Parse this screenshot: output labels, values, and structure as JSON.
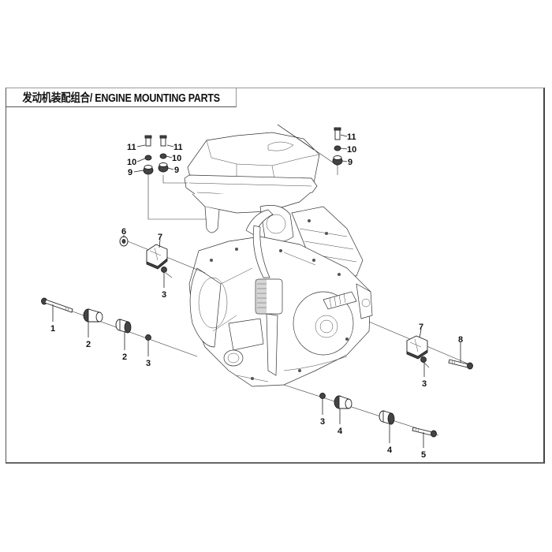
{
  "header": {
    "title": "发动机装配组合/ ENGINE MOUNTING PARTS"
  },
  "diagram": {
    "subject": "engine exploded view",
    "callouts": {
      "c1": "1",
      "c2a": "2",
      "c2b": "2",
      "c3a": "3",
      "c3b": "3",
      "c3c": "3",
      "c3d": "3",
      "c4a": "4",
      "c4b": "4",
      "c5": "5",
      "c6": "6",
      "c7a": "7",
      "c7b": "7",
      "c8": "8",
      "c9a": "9",
      "c9b": "9",
      "c9c": "9",
      "c10a": "10",
      "c10b": "10",
      "c10c": "10",
      "c11a": "11",
      "c11b": "11",
      "c11c": "11"
    },
    "parts": [
      {
        "ref": "1",
        "name": "bolt"
      },
      {
        "ref": "2",
        "name": "bushing"
      },
      {
        "ref": "3",
        "name": "nut"
      },
      {
        "ref": "4",
        "name": "bushing"
      },
      {
        "ref": "5",
        "name": "bolt"
      },
      {
        "ref": "6",
        "name": "washer"
      },
      {
        "ref": "7",
        "name": "mount bracket"
      },
      {
        "ref": "8",
        "name": "bolt"
      },
      {
        "ref": "9",
        "name": "rubber damper"
      },
      {
        "ref": "10",
        "name": "washer"
      },
      {
        "ref": "11",
        "name": "bolt"
      }
    ]
  }
}
